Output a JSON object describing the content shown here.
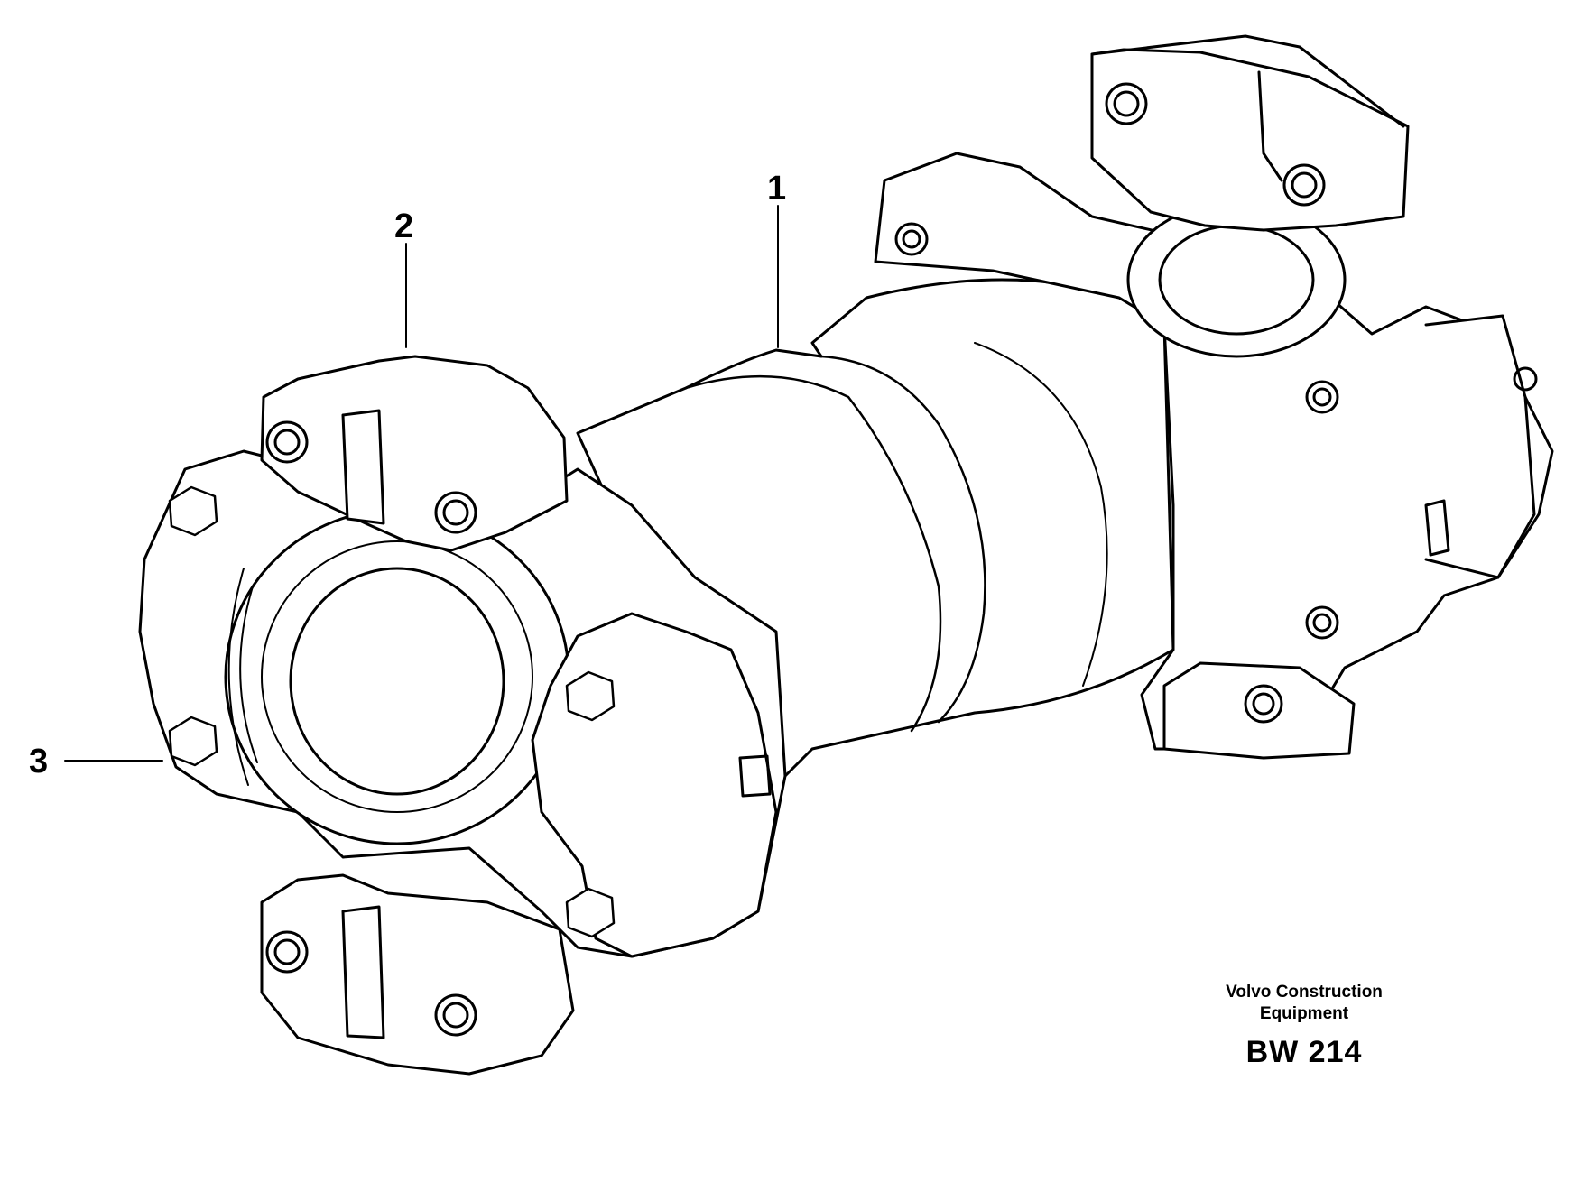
{
  "callouts": {
    "c1": "1",
    "c2": "2",
    "c3": "3"
  },
  "credit": {
    "line1": "Volvo Construction",
    "line2": "Equipment",
    "code": "BW 214"
  },
  "colors": {
    "ink": "#000000",
    "paper": "#ffffff"
  }
}
